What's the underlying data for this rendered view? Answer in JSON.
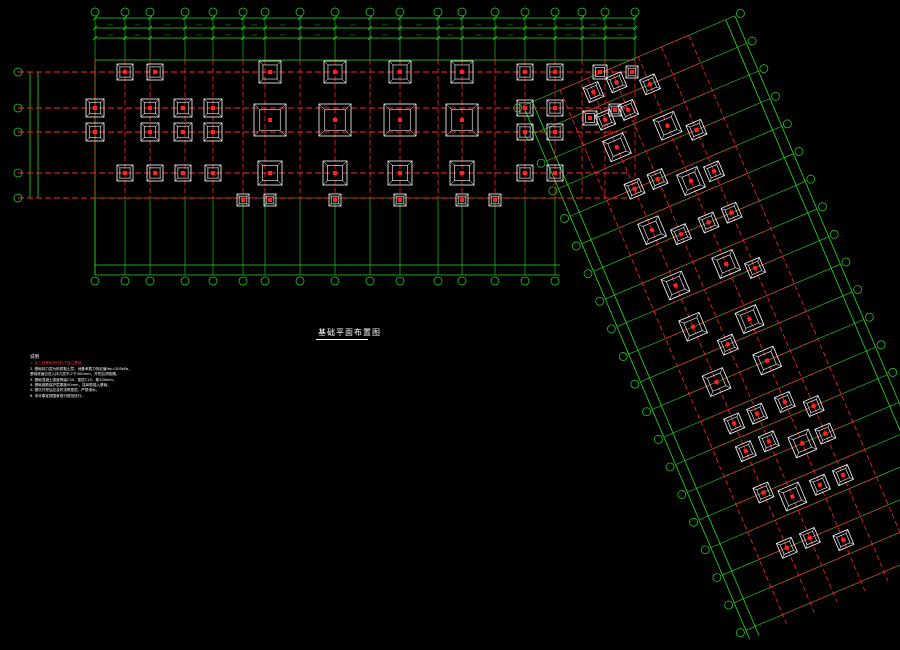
{
  "drawing": {
    "title": "基础平面布置图",
    "notes_heading": "说明",
    "notes": [
      {
        "text": "1. 本工程基础采用柱下独立基础。",
        "warn": true
      },
      {
        "text": "2. 基础持力层为粉质黏土层，地基承载力特征值fak=200kPa，",
        "warn": false
      },
      {
        "text": "   基础底面应进入持力层不少于300mm，开挖后须验槽。",
        "warn": false
      },
      {
        "text": "3. 基础混凝土强度等级C30，垫层C15，厚100mm。",
        "warn": false
      },
      {
        "text": "4. 基础钢筋保护层厚度40mm，柱纵筋锚入基础。",
        "warn": false
      },
      {
        "text": "5. 基坑开挖后应及时浇筑垫层，严禁浸水。",
        "warn": false
      },
      {
        "text": "6. 未尽事宜按国家现行规范执行。",
        "warn": false
      }
    ]
  },
  "colors": {
    "background": "#000000",
    "grid_axis": "#ff2424",
    "dimension": "#20e020",
    "footing": "#ffffff",
    "text": "#ffffff",
    "warning_text": "#ff3030"
  }
}
